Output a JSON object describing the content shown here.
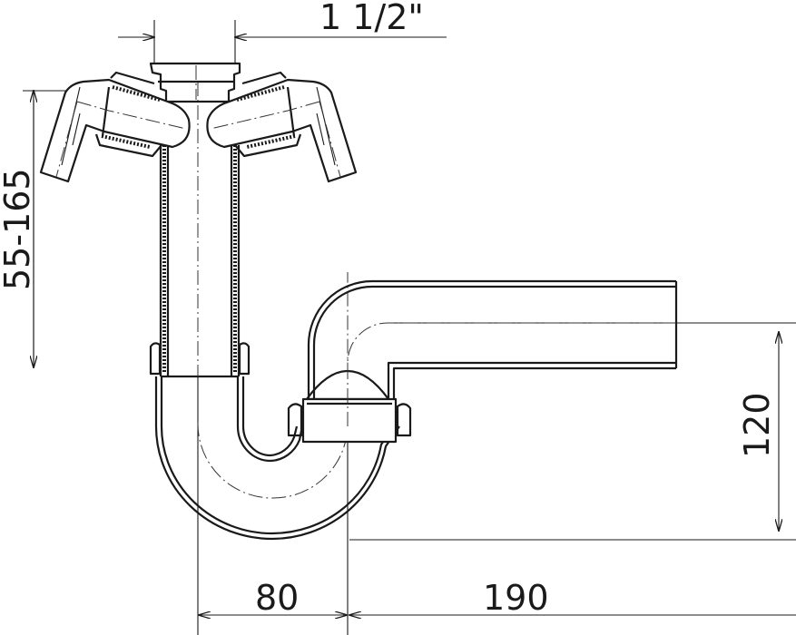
{
  "dimensions": {
    "inlet_diameter": "1 1/2\"",
    "height_adjustment": "55-165",
    "trap_height": "120",
    "horizontal_offset": "80",
    "outlet_length": "190"
  },
  "colors": {
    "line": "#1a1a1a",
    "background": "#ffffff"
  }
}
